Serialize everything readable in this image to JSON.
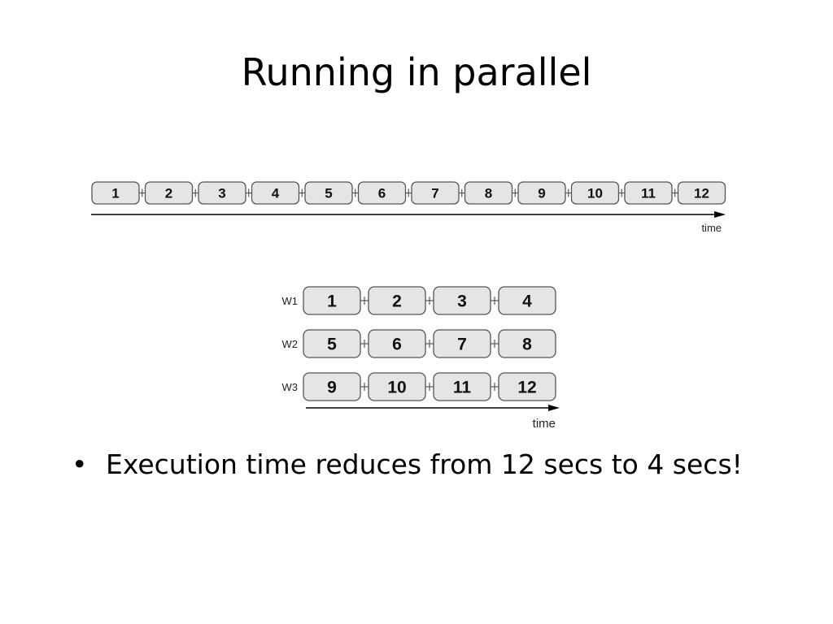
{
  "slide": {
    "title": "Running in parallel",
    "bullet": "Execution time reduces from 12 secs to 4 secs!"
  },
  "sequential": {
    "tasks": [
      "1",
      "2",
      "3",
      "4",
      "5",
      "6",
      "7",
      "8",
      "9",
      "10",
      "11",
      "12"
    ],
    "axis_label": "time"
  },
  "parallel": {
    "workers": [
      {
        "label": "W1",
        "tasks": [
          "1",
          "2",
          "3",
          "4"
        ]
      },
      {
        "label": "W2",
        "tasks": [
          "5",
          "6",
          "7",
          "8"
        ]
      },
      {
        "label": "W3",
        "tasks": [
          "9",
          "10",
          "11",
          "12"
        ]
      }
    ],
    "axis_label": "time"
  },
  "colors": {
    "box_fill": "#e5e5e5",
    "box_stroke": "#555555",
    "axis": "#000000"
  }
}
